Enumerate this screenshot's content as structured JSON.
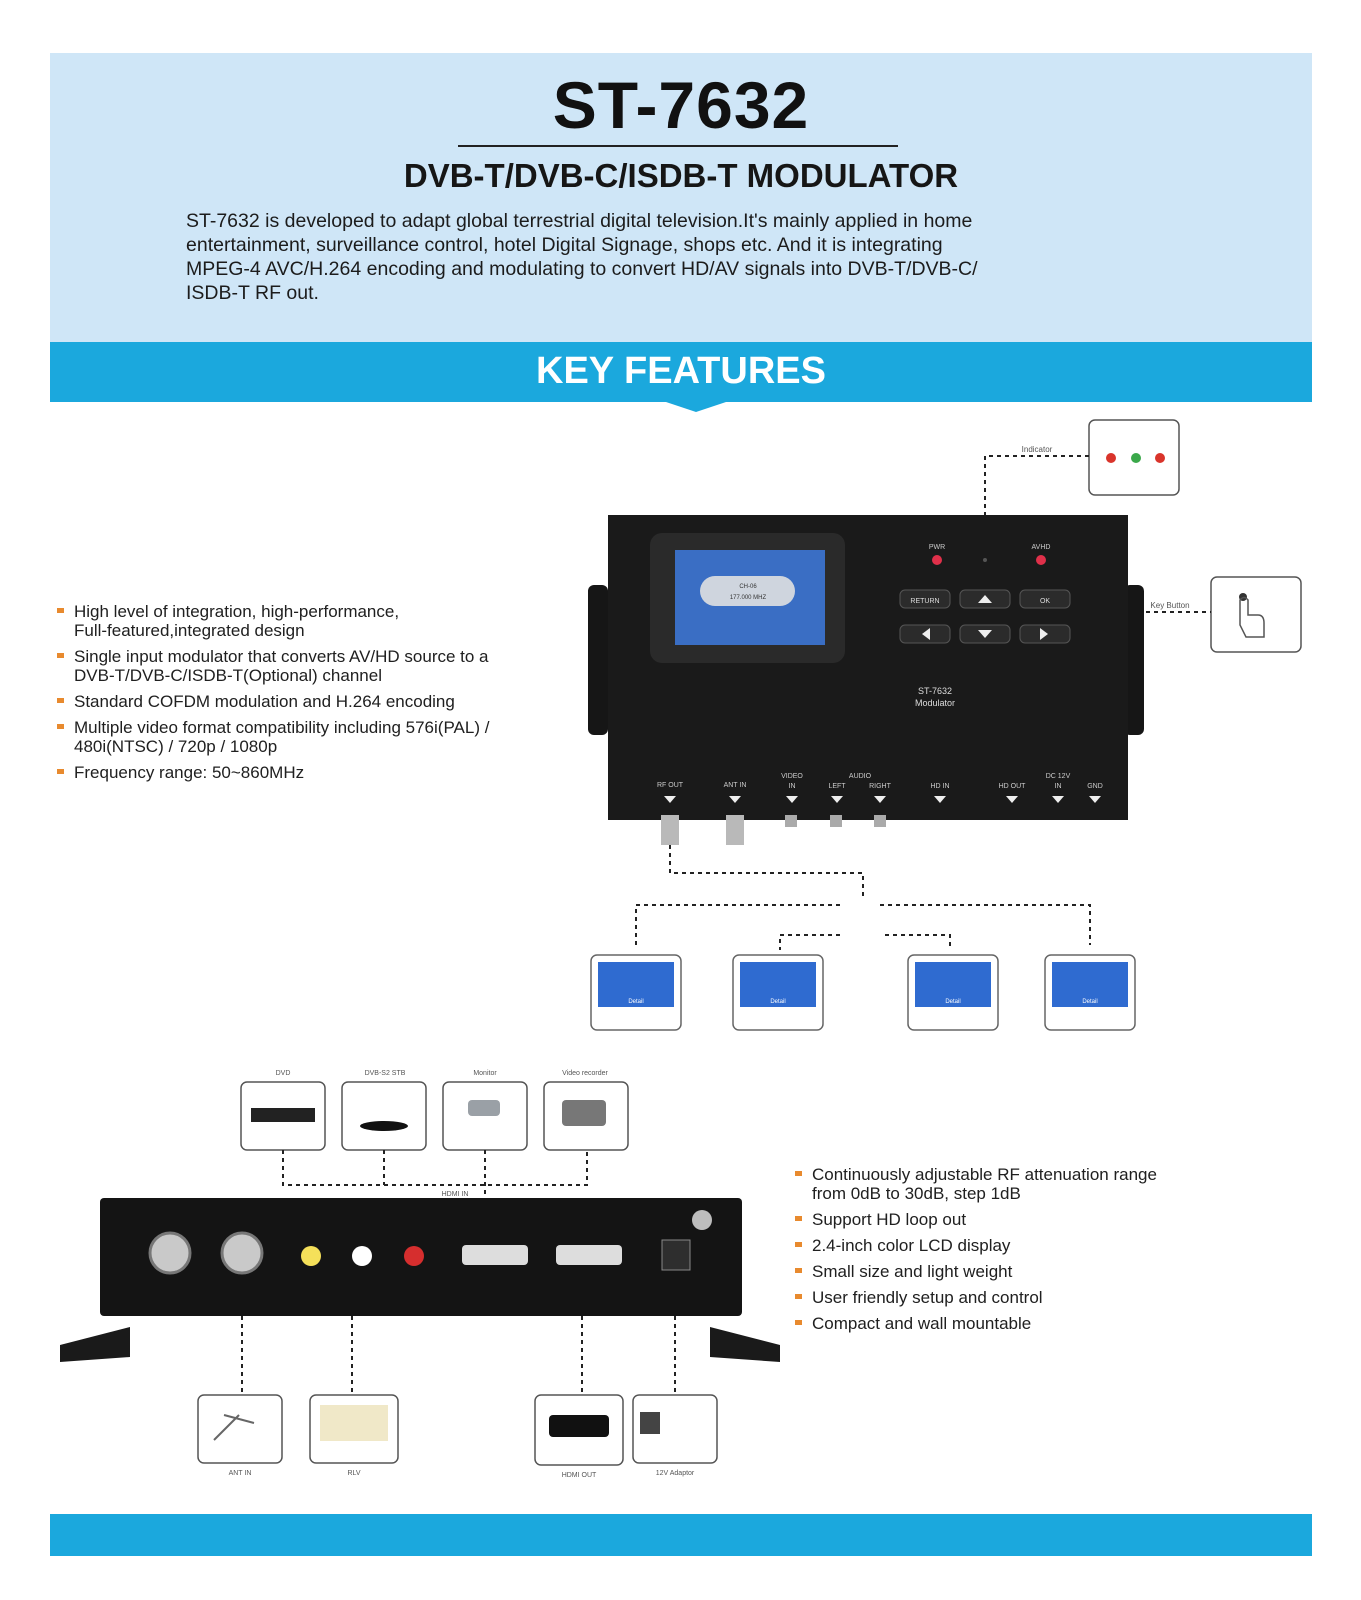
{
  "header": {
    "title": "ST-7632",
    "subtitle": "DVB-T/DVB-C/ISDB-T MODULATOR",
    "intro_lines": [
      "ST-7632 is developed to adapt global terrestrial digital television.It's mainly applied in home",
      "entertainment, surveillance control, hotel Digital Signage, shops etc. And it is integrating",
      "MPEG-4 AVC/H.264 encoding and modulating to convert HD/AV signals into DVB-T/DVB-C/",
      "ISDB-T RF out."
    ]
  },
  "key_features": {
    "title": "KEY FEATURES",
    "left": [
      [
        "High level of integration, high-performance,",
        "Full-featured,integrated design"
      ],
      [
        "Single input modulator that converts AV/HD source to a",
        "DVB-T/DVB-C/ISDB-T(Optional) channel"
      ],
      [
        "Standard COFDM modulation and H.264 encoding"
      ],
      [
        "Multiple video format compatibility including 576i(PAL) /",
        "480i(NTSC) / 720p / 1080p"
      ],
      [
        "Frequency range: 50~860MHz"
      ]
    ],
    "right": [
      [
        "Continuously adjustable RF attenuation range",
        "from 0dB to 30dB, step 1dB"
      ],
      [
        "Support HD loop out"
      ],
      [
        "2.4-inch color LCD display"
      ],
      [
        "Small size and light weight"
      ],
      [
        "User friendly setup and control"
      ],
      [
        "Compact and wall mountable"
      ]
    ]
  },
  "front_device": {
    "lcd_line1": "CH-06",
    "lcd_line2": "177.000 MHZ",
    "led_labels": [
      "PWR",
      "AVHD"
    ],
    "buttons": [
      "RETURN",
      "OK"
    ],
    "model_line1": "ST-7632",
    "model_line2": "Modulator",
    "indicator_label": "Indicator",
    "keyboard_label": "Key Button",
    "ports": [
      "RF OUT",
      "ANT IN",
      "VIDEO",
      "IN",
      "AUDIO",
      "LEFT",
      "RIGHT",
      "HD IN",
      "HD OUT",
      "DC 12V",
      "IN",
      "GND"
    ],
    "tv_label": "Detail"
  },
  "rear_device": {
    "sources": [
      "DVD",
      "DVB-S2 STB",
      "Monitor",
      "Video recorder"
    ],
    "hdmi_in_label": "HDMI IN",
    "outputs": [
      "ANT IN",
      "RLV",
      "HDMI OUT",
      "12V Adaptor"
    ]
  },
  "colors": {
    "sky": "#cfe6f7",
    "accent": "#1ba8dd",
    "bullet": "#e88a2e"
  }
}
